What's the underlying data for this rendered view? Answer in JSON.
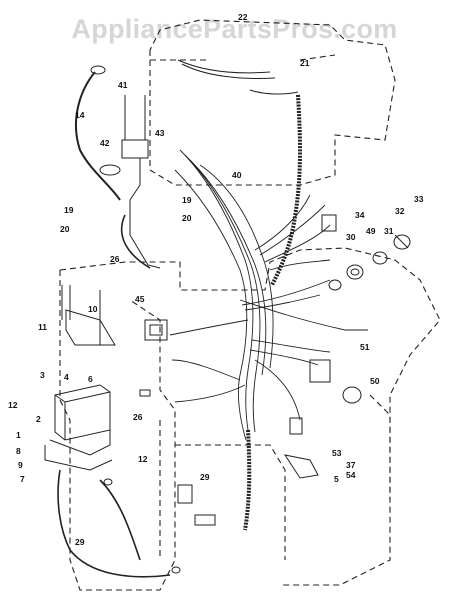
{
  "watermark": "AppliancePartsPros.com",
  "parts": [
    {
      "id": "p22",
      "label": "22"
    },
    {
      "id": "p21",
      "label": "21"
    },
    {
      "id": "p14",
      "label": "14"
    },
    {
      "id": "p41",
      "label": "41"
    },
    {
      "id": "p43",
      "label": "43"
    },
    {
      "id": "p42",
      "label": "42"
    },
    {
      "id": "p40",
      "label": "40"
    },
    {
      "id": "p19a",
      "label": "19"
    },
    {
      "id": "p19b",
      "label": "19"
    },
    {
      "id": "p20a",
      "label": "20"
    },
    {
      "id": "p20b",
      "label": "20"
    },
    {
      "id": "p33",
      "label": "33"
    },
    {
      "id": "p34",
      "label": "34"
    },
    {
      "id": "p32",
      "label": "32"
    },
    {
      "id": "p30",
      "label": "30"
    },
    {
      "id": "p49",
      "label": "49"
    },
    {
      "id": "p31",
      "label": "31"
    },
    {
      "id": "p26a",
      "label": "26"
    },
    {
      "id": "p10",
      "label": "10"
    },
    {
      "id": "p45",
      "label": "45"
    },
    {
      "id": "p11",
      "label": "11"
    },
    {
      "id": "p51",
      "label": "51"
    },
    {
      "id": "p3",
      "label": "3"
    },
    {
      "id": "p4",
      "label": "4"
    },
    {
      "id": "p6",
      "label": "6"
    },
    {
      "id": "p50",
      "label": "50"
    },
    {
      "id": "p12a",
      "label": "12"
    },
    {
      "id": "p2",
      "label": "2"
    },
    {
      "id": "p1",
      "label": "1"
    },
    {
      "id": "p8",
      "label": "8"
    },
    {
      "id": "p9",
      "label": "9"
    },
    {
      "id": "p7",
      "label": "7"
    },
    {
      "id": "p26b",
      "label": "26"
    },
    {
      "id": "p12b",
      "label": "12"
    },
    {
      "id": "p53",
      "label": "53"
    },
    {
      "id": "p37",
      "label": "37"
    },
    {
      "id": "p5",
      "label": "5"
    },
    {
      "id": "p54",
      "label": "54"
    },
    {
      "id": "p29a",
      "label": "29"
    },
    {
      "id": "p29b",
      "label": "29"
    }
  ]
}
